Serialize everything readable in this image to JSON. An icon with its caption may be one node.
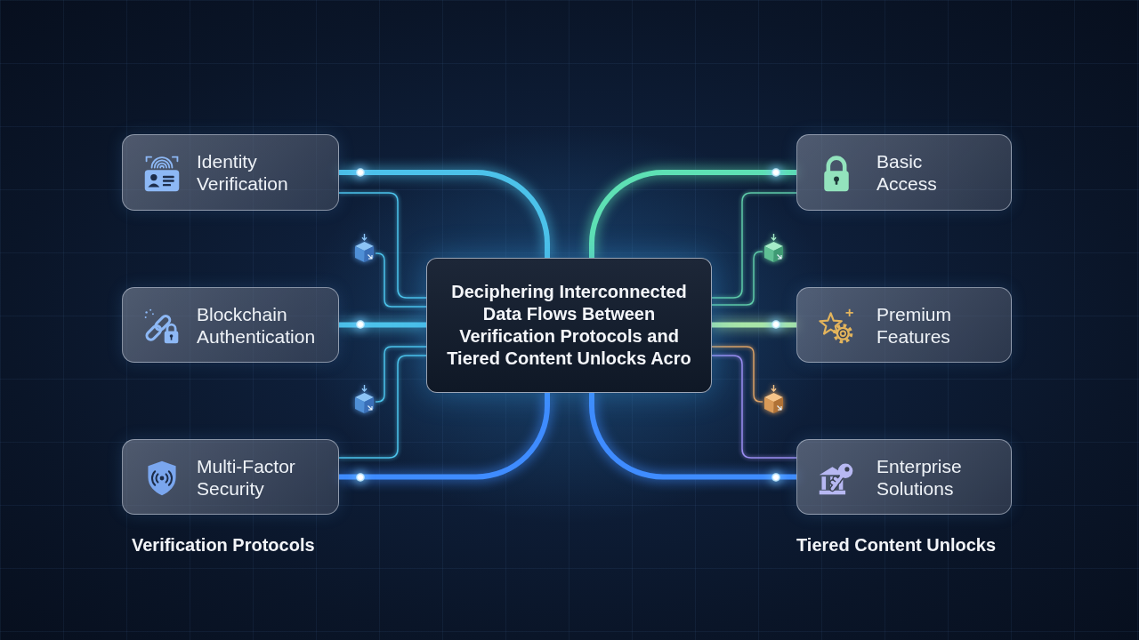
{
  "diagram": {
    "nodes": [
      {
        "text": [
          "Identity Verification"
        ]
      },
      {
        "text": [
          "Blockchain Authentication"
        ]
      },
      {
        "text": [
          "Multi-Factor Security"
        ]
      },
      {
        "text": [
          "Deciphering Interconnected Data Flows Between Verification Protocols and Tiered Content Unlocks Acro"
        ]
      },
      {
        "text": [
          "Basic Access"
        ]
      },
      {
        "text": [
          "Premium Features"
        ]
      },
      {
        "text": [
          "Enterprise Solutions"
        ]
      },
      {
        "text": [],
        "shape": "cube"
      },
      {
        "text": [],
        "shape": "cube"
      },
      {
        "text": [],
        "shape": "cube"
      },
      {
        "text": [],
        "shape": "cube"
      }
    ],
    "edges": [
      {
        "from": 0,
        "to": 3,
        "arrow": "none",
        "style": "thick"
      },
      {
        "from": 1,
        "to": 3,
        "arrow": "none",
        "style": "thick"
      },
      {
        "from": 2,
        "to": 3,
        "arrow": "none",
        "style": "thick",
        "color": "#3f8cff"
      },
      {
        "from": 0,
        "to": 3,
        "arrow": "none"
      },
      {
        "from": 7,
        "to": 3,
        "arrow": "none"
      },
      {
        "from": 8,
        "to": 3,
        "arrow": "none"
      },
      {
        "from": 2,
        "to": 3,
        "arrow": "none"
      },
      {
        "from": 4,
        "to": 3,
        "arrow": "none",
        "style": "thick",
        "color": "#5ee0b4"
      },
      {
        "from": 5,
        "to": 3,
        "arrow": "none",
        "style": "thick",
        "color": "#a8e6a8"
      },
      {
        "from": 6,
        "to": 3,
        "arrow": "none",
        "style": "thick",
        "color": "#3f8cff"
      },
      {
        "from": 4,
        "to": 3,
        "arrow": "none",
        "color": "#5ec9a8"
      },
      {
        "from": 9,
        "to": 3,
        "arrow": "none",
        "color": "#5ec9a8"
      },
      {
        "from": 10,
        "to": 3,
        "arrow": "none",
        "color": "#d9a066"
      },
      {
        "from": 6,
        "to": 3,
        "arrow": "none",
        "color": "#9a8cf0"
      }
    ],
    "labels": [
      "Verification Protocols",
      "Tiered Content Unlocks"
    ]
  }
}
